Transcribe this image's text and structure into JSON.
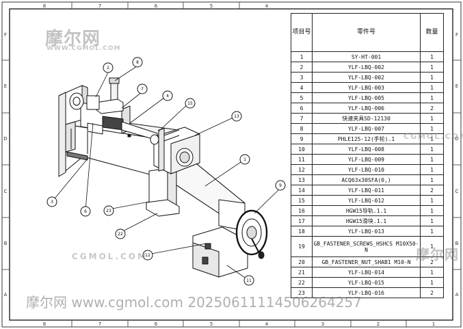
{
  "bom": {
    "headers": {
      "item_no": "项目号",
      "part_no": "零件号",
      "qty": "数量"
    },
    "rows": [
      {
        "no": "1",
        "part": "SY-HT-001",
        "qty": "1"
      },
      {
        "no": "2",
        "part": "YLF-LBQ-002",
        "qty": "1"
      },
      {
        "no": "3",
        "part": "YLF-LBQ-002",
        "qty": "1"
      },
      {
        "no": "4",
        "part": "YLF-LBQ-003",
        "qty": "1"
      },
      {
        "no": "5",
        "part": "YLF-LBQ-005",
        "qty": "1"
      },
      {
        "no": "6",
        "part": "YLF-LBQ-006",
        "qty": "2"
      },
      {
        "no": "7",
        "part": "快速夹具SD-12130",
        "qty": "1"
      },
      {
        "no": "8",
        "part": "YLF-LBQ-007",
        "qty": "1"
      },
      {
        "no": "9",
        "part": "PHLE125-12(手轮).1",
        "qty": "1"
      },
      {
        "no": "10",
        "part": "YLF-LBQ-008",
        "qty": "1"
      },
      {
        "no": "11",
        "part": "YLF-LBQ-009",
        "qty": "1"
      },
      {
        "no": "12",
        "part": "YLF-LBQ-010",
        "qty": "1"
      },
      {
        "no": "13",
        "part": "ACQ63x30SFA(0,)",
        "qty": "1"
      },
      {
        "no": "14",
        "part": "YLF-LBQ-011",
        "qty": "2"
      },
      {
        "no": "15",
        "part": "YLF-LBQ-012",
        "qty": "1"
      },
      {
        "no": "16",
        "part": "HGW15导轨.1.1",
        "qty": "1"
      },
      {
        "no": "17",
        "part": "HGW15滑块.1.1",
        "qty": "1"
      },
      {
        "no": "18",
        "part": "YLF-LBQ-013",
        "qty": "1"
      },
      {
        "no": "19",
        "part": "GB_FASTENER_SCREWS_HSHCS M10X50-N",
        "qty": "1"
      },
      {
        "no": "20",
        "part": "GB_FASTENER_NUT_SHAB1 M10-N",
        "qty": "2"
      },
      {
        "no": "21",
        "part": "YLF-LBQ-014",
        "qty": "1"
      },
      {
        "no": "22",
        "part": "YLF-LBQ-015",
        "qty": "1"
      },
      {
        "no": "23",
        "part": "YLF-LBQ-016",
        "qty": "2"
      }
    ]
  },
  "border": {
    "top_zones": [
      "8",
      "7",
      "6",
      "5",
      "4"
    ],
    "bottom_zones": [
      "8",
      "7",
      "6",
      "5",
      "4",
      "3",
      "2",
      "1"
    ],
    "left_zones": [
      "F",
      "E",
      "D",
      "C",
      "B",
      "A"
    ],
    "right_zones": [
      "F",
      "E",
      "D",
      "C",
      "B",
      "A"
    ]
  },
  "balloons": [
    "2",
    "8",
    "7",
    "4",
    "15",
    "13",
    "1",
    "9",
    "3",
    "6",
    "23",
    "22",
    "12",
    "11"
  ],
  "watermarks": {
    "logo_cn": "摩尔网",
    "logo_en": "WWW.CGMOL.COM",
    "bottom": "摩尔网 www.cgmol.com 20250611114506264257",
    "side_en": "CGMOL.COM"
  }
}
